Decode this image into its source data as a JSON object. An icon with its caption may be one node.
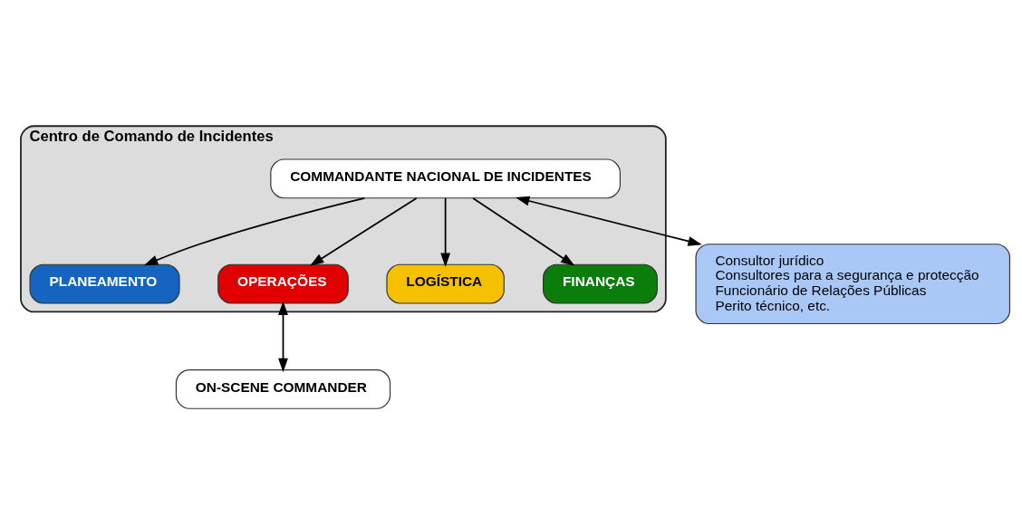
{
  "diagram": {
    "nodes": [
      {
        "text": [
          "Centro de Comando de Incidentes"
        ]
      },
      {
        "text": [
          "COMMANDANTE NACIONAL DE INCIDENTES"
        ],
        "in": 0
      },
      {
        "text": [
          "Consultor jurídico",
          "Consultores para a segurança e protecção",
          "Funcionário de Relações Públicas",
          "Perito técnico, etc."
        ]
      },
      {
        "text": [
          "PLANEAMENTO"
        ],
        "in": 0
      },
      {
        "text": [
          "OPERAÇÕES"
        ],
        "in": 0
      },
      {
        "text": [
          "LOGÍSTICA"
        ],
        "in": 0
      },
      {
        "text": [
          "FINANÇAS"
        ],
        "in": 0
      },
      {
        "text": [
          "ON-SCENE COMMANDER"
        ]
      }
    ],
    "edges": [
      {
        "from": 1,
        "to": 2,
        "arrow": "both"
      },
      {
        "from": 1,
        "to": 3,
        "arrow": "to"
      },
      {
        "from": 1,
        "to": 4,
        "arrow": "to"
      },
      {
        "from": 1,
        "to": 5,
        "arrow": "to"
      },
      {
        "from": 1,
        "to": 6,
        "arrow": "to"
      },
      {
        "from": 4,
        "to": 7,
        "arrow": "both"
      }
    ]
  }
}
